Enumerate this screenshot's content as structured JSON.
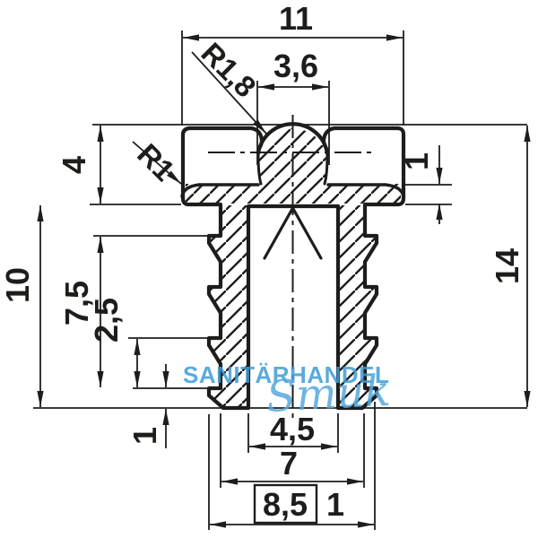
{
  "drawing": {
    "title": "buffer-plug-cross-section",
    "dimensions": {
      "head_width": "11",
      "dome_width": "3,6",
      "dome_radius": "R1,8",
      "rim_fillet_radius": "R1",
      "head_height": "4",
      "floor_thickness": "1",
      "shank_length": "10",
      "rib_zone_length": "7,5",
      "rib_pitch": "2,5",
      "overall_height": "14",
      "tip_length": "1",
      "bore_diameter": "4,5",
      "core_diameter": "7",
      "rib_diameter_boxed": "8,5",
      "rib_dim_suffix": "1"
    },
    "watermark": {
      "line1": "SANITÄRHANDEL",
      "line2": "Smuk",
      "color_line1": "#3f9cd6",
      "color_line2": "#58a9db"
    },
    "style": {
      "line_color": "#1d1d1b",
      "background": "#ffffff"
    }
  }
}
